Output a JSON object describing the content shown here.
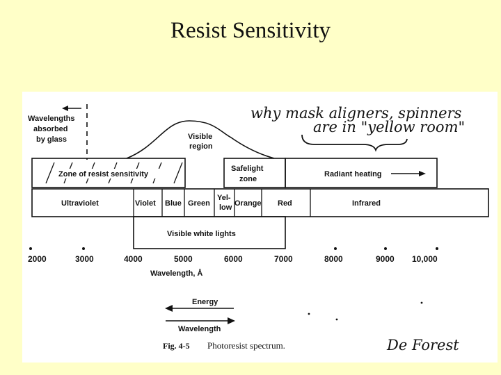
{
  "slide": {
    "title": "Resist Sensitivity"
  },
  "figure": {
    "glass_label": [
      "Wavelengths",
      "absorbed",
      "by glass"
    ],
    "visible_region": [
      "Visible",
      "region"
    ],
    "annotation": [
      "why mask aligners, spinners",
      "are in \"yellow room\""
    ],
    "zone_resist": "Zone of resist sensitivity",
    "safelight": [
      "Safelight",
      "zone"
    ],
    "radiant": "Radiant heating",
    "bands": {
      "ultraviolet": "Ultraviolet",
      "violet": "Violet",
      "blue": "Blue",
      "green": "Green",
      "yellow": [
        "Yel-",
        "low"
      ],
      "orange": "Orange",
      "red": "Red",
      "infrared": "Infrared"
    },
    "white_lights": "Visible white lights",
    "ticks": [
      "2000",
      "3000",
      "4000",
      "5000",
      "6000",
      "7000",
      "8000",
      "9000",
      "10,000"
    ],
    "axis_label": "Wavelength, Å",
    "energy": "Energy",
    "wavelength_arrow": "Wavelength",
    "caption_fig": "Fig. 4-5",
    "caption_text": "Photoresist spectrum.",
    "signature": "De Forest"
  }
}
